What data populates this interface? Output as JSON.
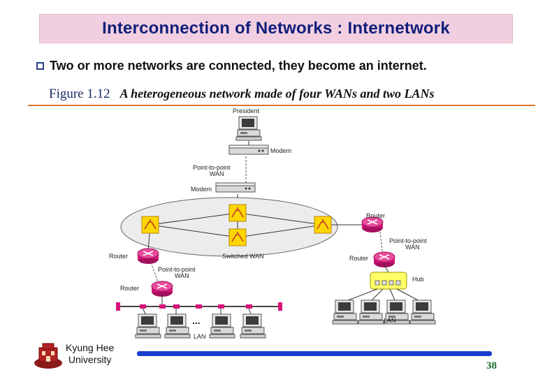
{
  "slide": {
    "title": "Interconnection of Networks : Internetwork",
    "bullet": "Two or more networks are connected, they become an internet.",
    "figure_number": "Figure 1.12",
    "figure_caption": "A heterogeneous network made of four WANs and two LANs",
    "page_number": "38"
  },
  "diagram": {
    "labels": {
      "president": "President",
      "modem_top": "Modem",
      "p2p_top_line1": "Point-to-point",
      "p2p_top_line2": "WAN",
      "modem_bottom": "Modem",
      "router_right": "Router",
      "p2p_right_line1": "Point-to-point",
      "p2p_right_line2": "WAN",
      "router_right_lower": "Router",
      "router_left": "Router",
      "switched_wan": "Switched WAN",
      "p2p_left_line1": "Point-to-point",
      "p2p_left_line2": "WAN",
      "router_left_lower": "Router",
      "hub": "Hub",
      "lan_right": "LAN",
      "lan_left": "LAN",
      "ellipsis": "..."
    },
    "colors": {
      "router": "#d6157a",
      "switch": "#ffd700",
      "hub": "#ffff66",
      "bus_node": "#d6157a",
      "wan_cloud": "#ececec"
    }
  },
  "footer": {
    "university_line1": "Kyung Hee",
    "university_line2": "University"
  }
}
